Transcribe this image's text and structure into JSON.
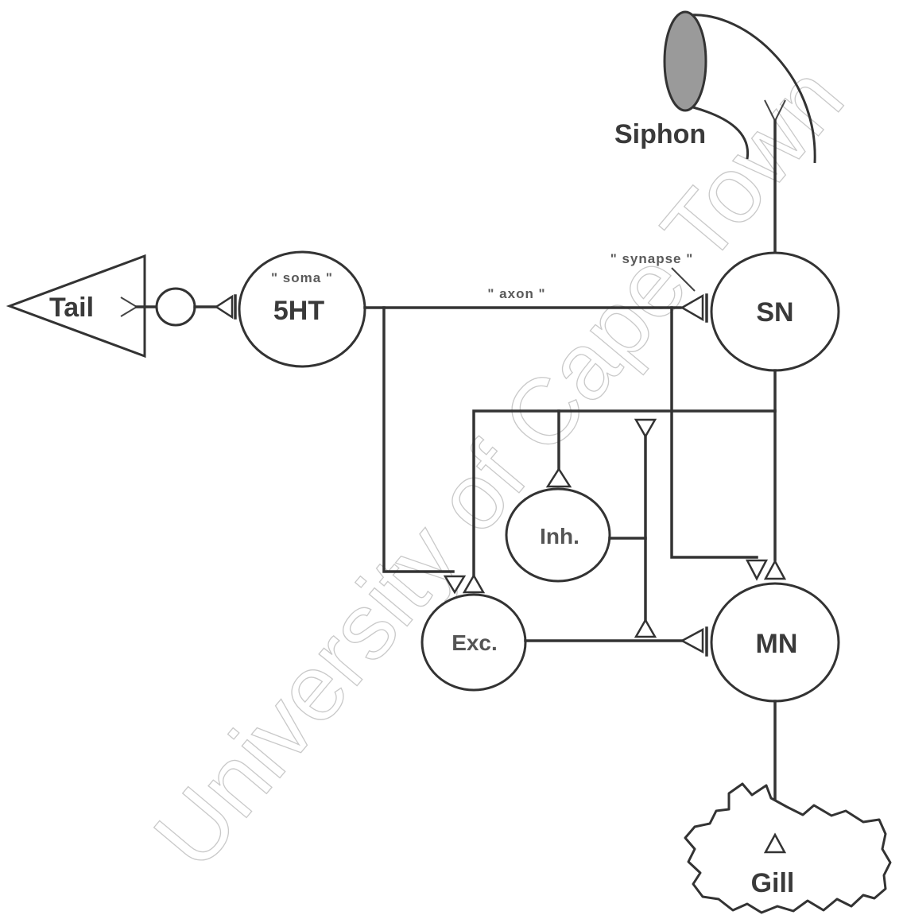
{
  "labels": {
    "tail": "Tail",
    "siphon": "Siphon",
    "soma_note": "\" soma \"",
    "ht5": "5HT",
    "axon_note": "\" axon \"",
    "synapse_note": "\" synapse \"",
    "sn": "SN",
    "inh": "Inh.",
    "exc": "Exc.",
    "mn": "MN",
    "gill": "Gill"
  },
  "watermark": "University of Cape Town",
  "colors": {
    "line": "#333333",
    "siphon_fill": "#9a9a9a",
    "watermark": "#c9c9c9"
  }
}
